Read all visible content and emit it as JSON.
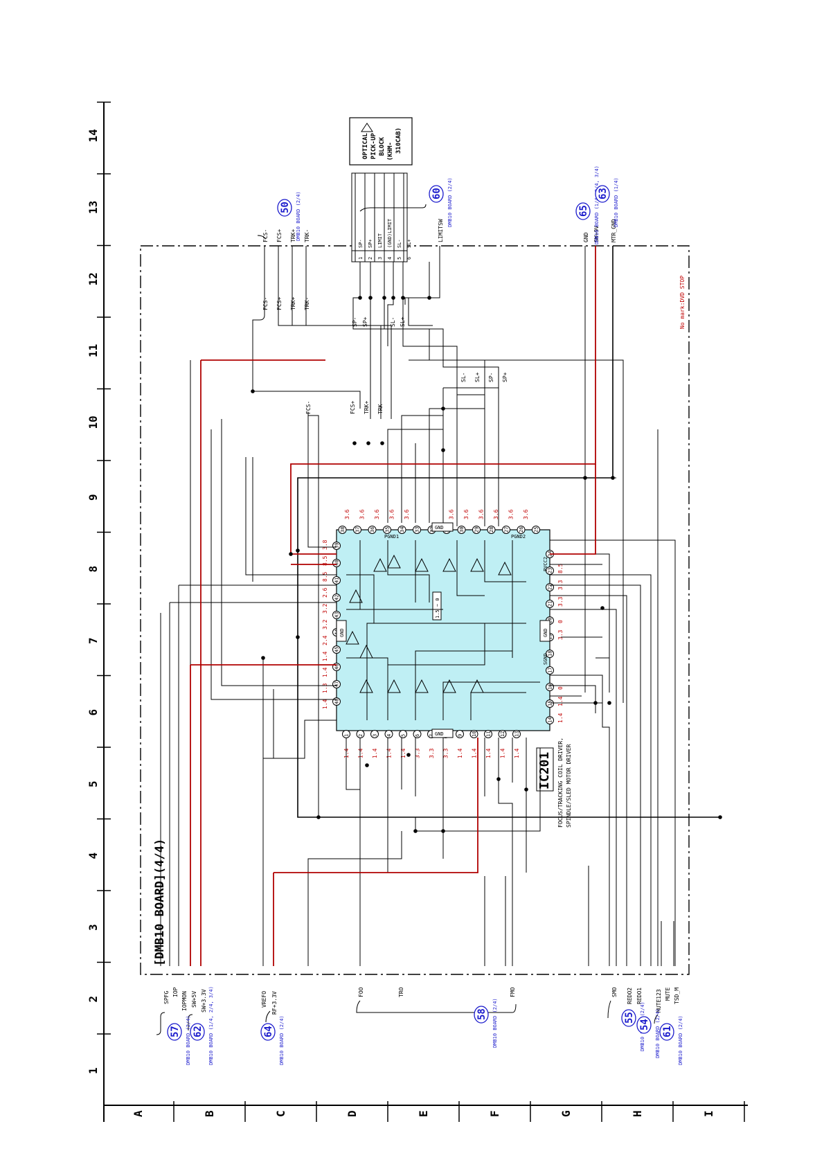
{
  "board": {
    "title": "[DMB10  BOARD](4/4)"
  },
  "grid": {
    "columns": [
      "1",
      "2",
      "3",
      "4",
      "5",
      "6",
      "7",
      "8",
      "9",
      "10",
      "11",
      "12",
      "13",
      "14"
    ],
    "rows": [
      "A",
      "B",
      "C",
      "D",
      "E",
      "F",
      "G",
      "H",
      "I"
    ]
  },
  "ic": {
    "ref": "IC201",
    "desc1": "FOCUS/TRACKING COIL DRIVER,",
    "desc2": "SPINDLE/SLED MOTOR DRIVER",
    "gnd_label": "GND",
    "pgnd1": "PGND1",
    "pgnd2": "PGND2",
    "sgnd": "SGND",
    "pvcc2": "PVCC2",
    "center_label": "1.5 ~ 0",
    "pins_bottom": [
      "1",
      "2",
      "3",
      "4",
      "5",
      "6",
      "7",
      "8",
      "9",
      "10",
      "11",
      "12",
      "13"
    ],
    "pins_right": [
      "14",
      "15",
      "16",
      "17",
      "18",
      "19",
      "20",
      "21",
      "22",
      "23",
      "24"
    ],
    "pins_top": [
      "25",
      "26",
      "27",
      "28",
      "29",
      "30",
      "31",
      "32",
      "33",
      "34",
      "35",
      "36",
      "37",
      "38"
    ],
    "pins_left": [
      "39",
      "40",
      "41",
      "42",
      "43",
      "44",
      "45",
      "46",
      "47",
      "48"
    ],
    "volt_bottom": [
      "1.4",
      "1.4",
      "1.4",
      "1.4",
      "1.4",
      "3.3",
      "3.3",
      "3.3",
      "1.4",
      "1.4",
      "1.4",
      "1.4",
      "1.4"
    ],
    "volt_right": [
      "1.4",
      "1.4",
      "0",
      "",
      "",
      "3.3",
      "0",
      "3.3",
      "3.3",
      "8.5"
    ],
    "volt_top": [
      "3.6",
      "3.6",
      "3.6",
      "3.6",
      "3.6",
      "3.6",
      "3.6",
      "3.6",
      "3.6",
      "3.6",
      "3.6"
    ],
    "volt_left": [
      "3.8",
      "8.5",
      "8.5",
      "2.6",
      "3.2",
      "3.2",
      "2.4",
      "1.4",
      "1.4",
      "1.3",
      "1.4"
    ]
  },
  "pickup": {
    "line1": "OPTICAL",
    "line2": "PICK-UP",
    "line3": "BLOCK",
    "line4": "(KHM-",
    "line5": "310CAB)",
    "pins": [
      {
        "num": "1",
        "name": "SP-"
      },
      {
        "num": "2",
        "name": "SP+"
      },
      {
        "num": "3",
        "name": "LIMIT"
      },
      {
        "num": "4",
        "name": "(GND)LIMIT"
      },
      {
        "num": "5",
        "name": "SL-"
      },
      {
        "num": "6",
        "name": "SL+"
      }
    ]
  },
  "nets_top": [
    "FCS-",
    "FCS+",
    "TRK+",
    "TRK-"
  ],
  "nets_mid": [
    "FCS-",
    "FCS+",
    "TRK+",
    "TRK-"
  ],
  "nets_ic_top": [
    "FCS-",
    "FCS+",
    "TRK+",
    "TRK-"
  ],
  "nets_sled": [
    "SP-",
    "SP+",
    "SL-",
    "SL+"
  ],
  "nets_right_in": [
    "SL-",
    "SL+",
    "SP-",
    "SP+"
  ],
  "limitsw": "LIMITSW",
  "gnd_sw": [
    "GND",
    "SW+9V",
    "MTR_GND"
  ],
  "nets_bottom_left": [
    "SPFG",
    "IOP",
    "IOPMON",
    "SW+5V",
    "SW+3.3V"
  ],
  "nets_bottom_c": [
    "VREFO",
    "RF+3.3V"
  ],
  "nets_bottom_def": [
    "FOO",
    "TRO",
    "FMO"
  ],
  "nets_bottom_gh": [
    "SMO",
    "REDO2",
    "REDO1",
    "MUTE123",
    "MUTE",
    "TSD_M"
  ],
  "note": "No mark:DVD STOP",
  "refs": [
    {
      "num": "50",
      "text": "DMB10 BOARD (2/4)"
    },
    {
      "num": "60",
      "text": "DMB10 BOARD (2/4)"
    },
    {
      "num": "65",
      "text": "DMB10 BOARD (1/4, 2/4, 3/4)"
    },
    {
      "num": "63",
      "text": "DMB10 BOARD (1/4)"
    },
    {
      "num": "57",
      "text": "DMB10 BOARD (2/4)"
    },
    {
      "num": "62",
      "text": "DMB10 BOARD (1/4, 2/4, 3/4)"
    },
    {
      "num": "64",
      "text": "DMB10 BOARD (2/4)"
    },
    {
      "num": "58",
      "text": "DMB10 BOARD (2/4)"
    },
    {
      "num": "55",
      "text": "DMB10 BOARD (2/4)"
    },
    {
      "num": "54",
      "text": "DMB10 BOARD (2/4)"
    },
    {
      "num": "61",
      "text": "DMB10 BOARD (2/4)"
    }
  ],
  "colors": {
    "wire": "#000000",
    "power": "#b00000",
    "ic_fill": "#bfeff4",
    "ref": "#1a1acc",
    "voltage": "#c00000"
  }
}
